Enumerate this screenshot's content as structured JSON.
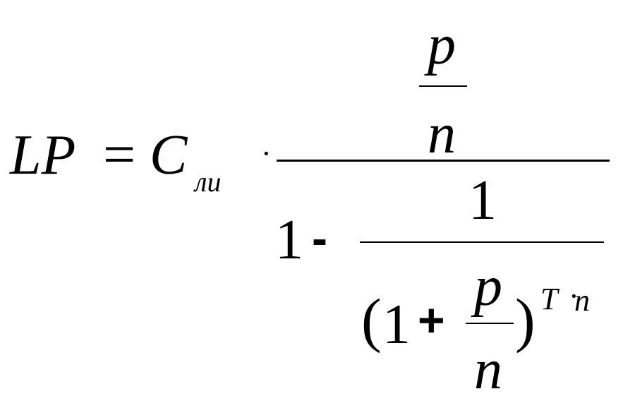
{
  "formula": {
    "lhs": "LP",
    "equals": "=",
    "coef_symbol": "C",
    "coef_subscript": "ли",
    "dot": "·",
    "numerator": {
      "top": "p",
      "bottom": "n"
    },
    "denominator": {
      "one": "1",
      "minus": "-",
      "inner_numerator": "1",
      "open_paren": "(",
      "inner_one": "1",
      "plus": "+",
      "frac_top": "p",
      "frac_bottom": "n",
      "close_paren": ")",
      "exp_T": "T",
      "exp_dot": "·",
      "exp_n": "n"
    }
  }
}
